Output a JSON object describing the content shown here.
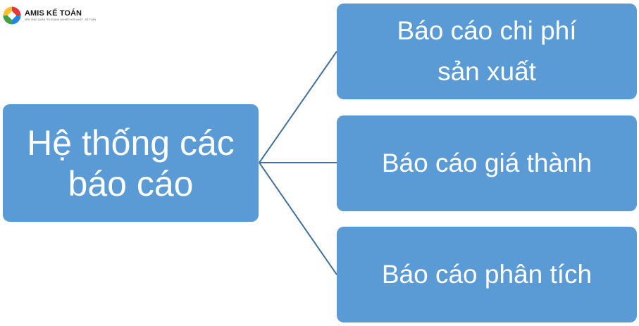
{
  "logo": {
    "brand": "AMIS KẾ TOÁN",
    "tagline": "NỀN TẢNG QUẢN TRỊ DOANH NGHIỆP HỢP NHẤT - KẾ TOÁN",
    "colors": [
      "#e53935",
      "#fbc02d",
      "#43a047",
      "#1e88e5"
    ]
  },
  "diagram": {
    "root": {
      "label": "Hệ thống các báo cáo"
    },
    "children": [
      {
        "label": "Báo cáo chi phí sản xuất"
      },
      {
        "label": "Báo cáo giá thành"
      },
      {
        "label": "Báo cáo phân tích"
      }
    ],
    "box_color": "#5b9bd5",
    "connector_color": "#41719c",
    "text_color": "#ffffff"
  }
}
